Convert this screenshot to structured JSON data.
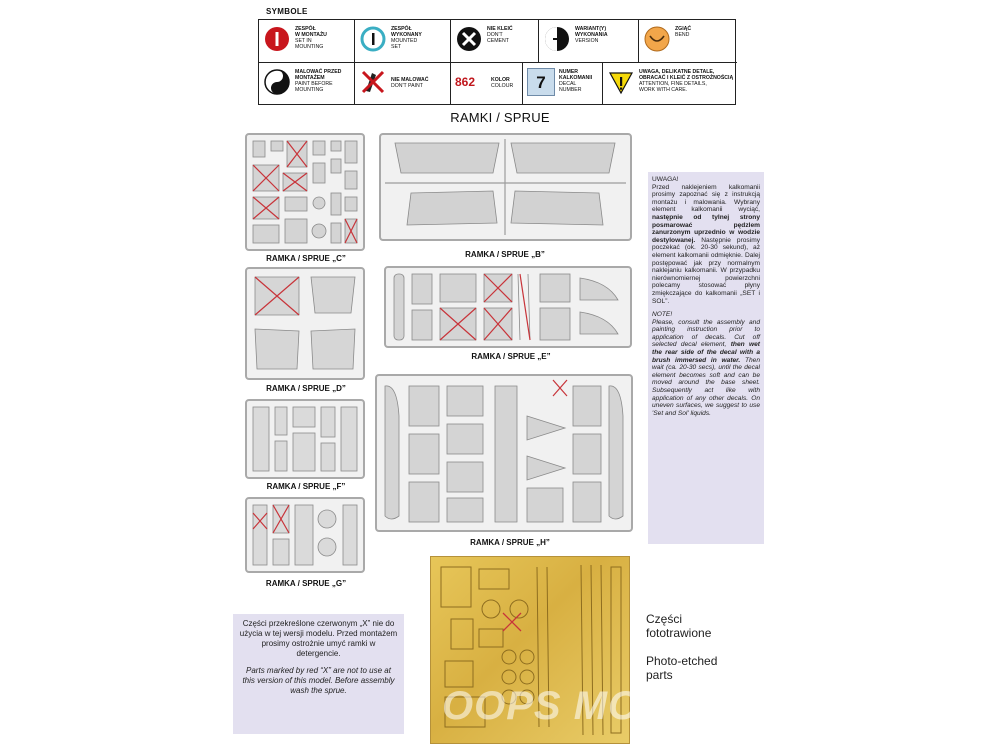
{
  "legend": {
    "title": "SYMBOLE",
    "items": [
      {
        "icon": "mounted-set-red-icon",
        "pl": [
          "ZESPÓŁ",
          "W MONTAŻU"
        ],
        "en": [
          "SET IN",
          "MOUNTING"
        ]
      },
      {
        "icon": "mounted-set-icon",
        "pl": [
          "ZESPÓŁ",
          "WYKONANY"
        ],
        "en": [
          "MOUNTED",
          "SET"
        ]
      },
      {
        "icon": "dont-cement-icon",
        "pl": [
          "NIE KLEIĆ"
        ],
        "en": [
          "DON'T",
          "CEMENT"
        ]
      },
      {
        "icon": "version-icon",
        "pl": [
          "WARIANT(Y)",
          "WYKONANIA"
        ],
        "en": [
          "VERSION"
        ]
      },
      {
        "icon": "bend-icon",
        "pl": [
          "ZGIĄĆ"
        ],
        "en": [
          "BEND"
        ]
      },
      {
        "icon": "paint-before-mounting-icon",
        "pl": [
          "MALOWAĆ PRZED",
          "MONTAŻEM"
        ],
        "en": [
          "PAINT BEFORE",
          "MOUNTING"
        ]
      },
      {
        "icon": "dont-paint-icon",
        "pl": [
          "NIE MALOWAĆ"
        ],
        "en": [
          "DON'T PAINT"
        ]
      },
      {
        "icon": "colour-number",
        "value": "862",
        "pl": [
          "KOLOR"
        ],
        "en": [
          "COLOUR"
        ]
      },
      {
        "icon": "decal-number",
        "value": "7",
        "pl": [
          "NUMER",
          "KALKOMANII"
        ],
        "en": [
          "DECAL",
          "NUMBER"
        ]
      },
      {
        "icon": "warning-icon",
        "pl": [
          "UWAGA, DELIKATNE DETALE,",
          "OBRACAĆ I KLEIĆ Z OSTROŻNOŚCIĄ"
        ],
        "en": [
          "ATTENTION, FINE DETAILS,",
          "WORK WITH CARE."
        ]
      }
    ]
  },
  "sprues_title": "RAMKI / SPRUE",
  "sprues": {
    "c": "RAMKA / SPRUE „C”",
    "b": "RAMKA / SPRUE „B”",
    "d": "RAMKA / SPRUE „D”",
    "e": "RAMKA / SPRUE „E”",
    "f": "RAMKA / SPRUE „F”",
    "h": "RAMKA / SPRUE „H”",
    "g": "RAMKA / SPRUE „G”"
  },
  "note_right": {
    "pl_head": "UWAGA!",
    "pl_1": "Przed naklejeniem kalkomanii prosimy zapoznać się z instrukcją montażu i malowania. Wybrany element kalkomanii wyciąć,",
    "pl_bold": "następnie od tylnej strony posmarować pędzlem zanurzonym uprzednio w wodzie destylowanej.",
    "pl_2": "Następnie prosimy poczekać (ok. 20-30 sekund), aż element kalkomanii odmięknie. Dalej postępować jak przy normalnym naklejaniu kalkomanii. W przypadku nierównomiernej powierzchni polecamy stosować płyny zmiękczające do kalkomanii „SET i SOL”.",
    "en_head": "NOTE!",
    "en_1": "Please, consult the assembly and painting instruction prior to application of decals. Cut off selected decal element,",
    "en_bold": "then wet the rear side of the decal with a brush immersed in water.",
    "en_2": "Then wait (ca. 20-30 secs), until the decal element becomes soft and can be moved around the base sheet. Subsequently act like with application of any other decals. On uneven surfaces, we suggest to use 'Set and Sol' liquids."
  },
  "note_left": {
    "pl": "Części przekreślone czerwonym „X” nie do użycia w tej wersji modelu. Przed montażem prosimy ostrożnie umyć ramki w detergencie.",
    "en": "Parts marked by red “X” are not to use at this version of this model. Before assembly wash the sprue."
  },
  "photo_etched": {
    "pl": "Części fototrawione",
    "en": "Photo-etched parts"
  },
  "watermark": "OOPS MODEL",
  "colors": {
    "cross_red": "#c8343a",
    "sprue_gray": "#a9a9a9",
    "note_bg": "#e3e0f0",
    "pe_gold": "#d8b042"
  }
}
